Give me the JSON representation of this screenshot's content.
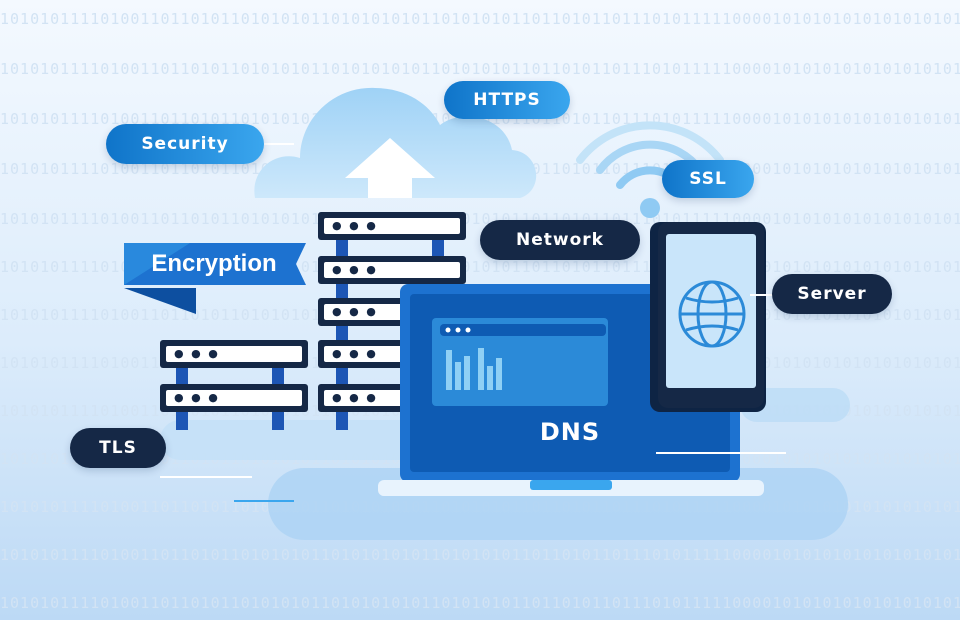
{
  "binary_pattern": "1010101111010011011010110101010110101010101101010101101101011011101011111000010101010101010101010101011110100110110101101010101101010101011010101011011010110111010111110000101010101010101010",
  "labels": {
    "security": "Security",
    "https": "HTTPS",
    "ssl": "SSL",
    "network": "Network",
    "encryption": "Encryption",
    "server": "Server",
    "tls": "TLS",
    "dns": "DNS"
  },
  "colors": {
    "navy": "#152846",
    "blue": "#1d72d0",
    "light_blue": "#3aa6ee",
    "sky": "#8fcaf3",
    "background": "#e6f1fc"
  },
  "icons": [
    "cloud-upload-icon",
    "wifi-signal-icon",
    "globe-icon",
    "bar-chart-icon",
    "server-rack-icon",
    "laptop-icon",
    "smartphone-icon"
  ]
}
